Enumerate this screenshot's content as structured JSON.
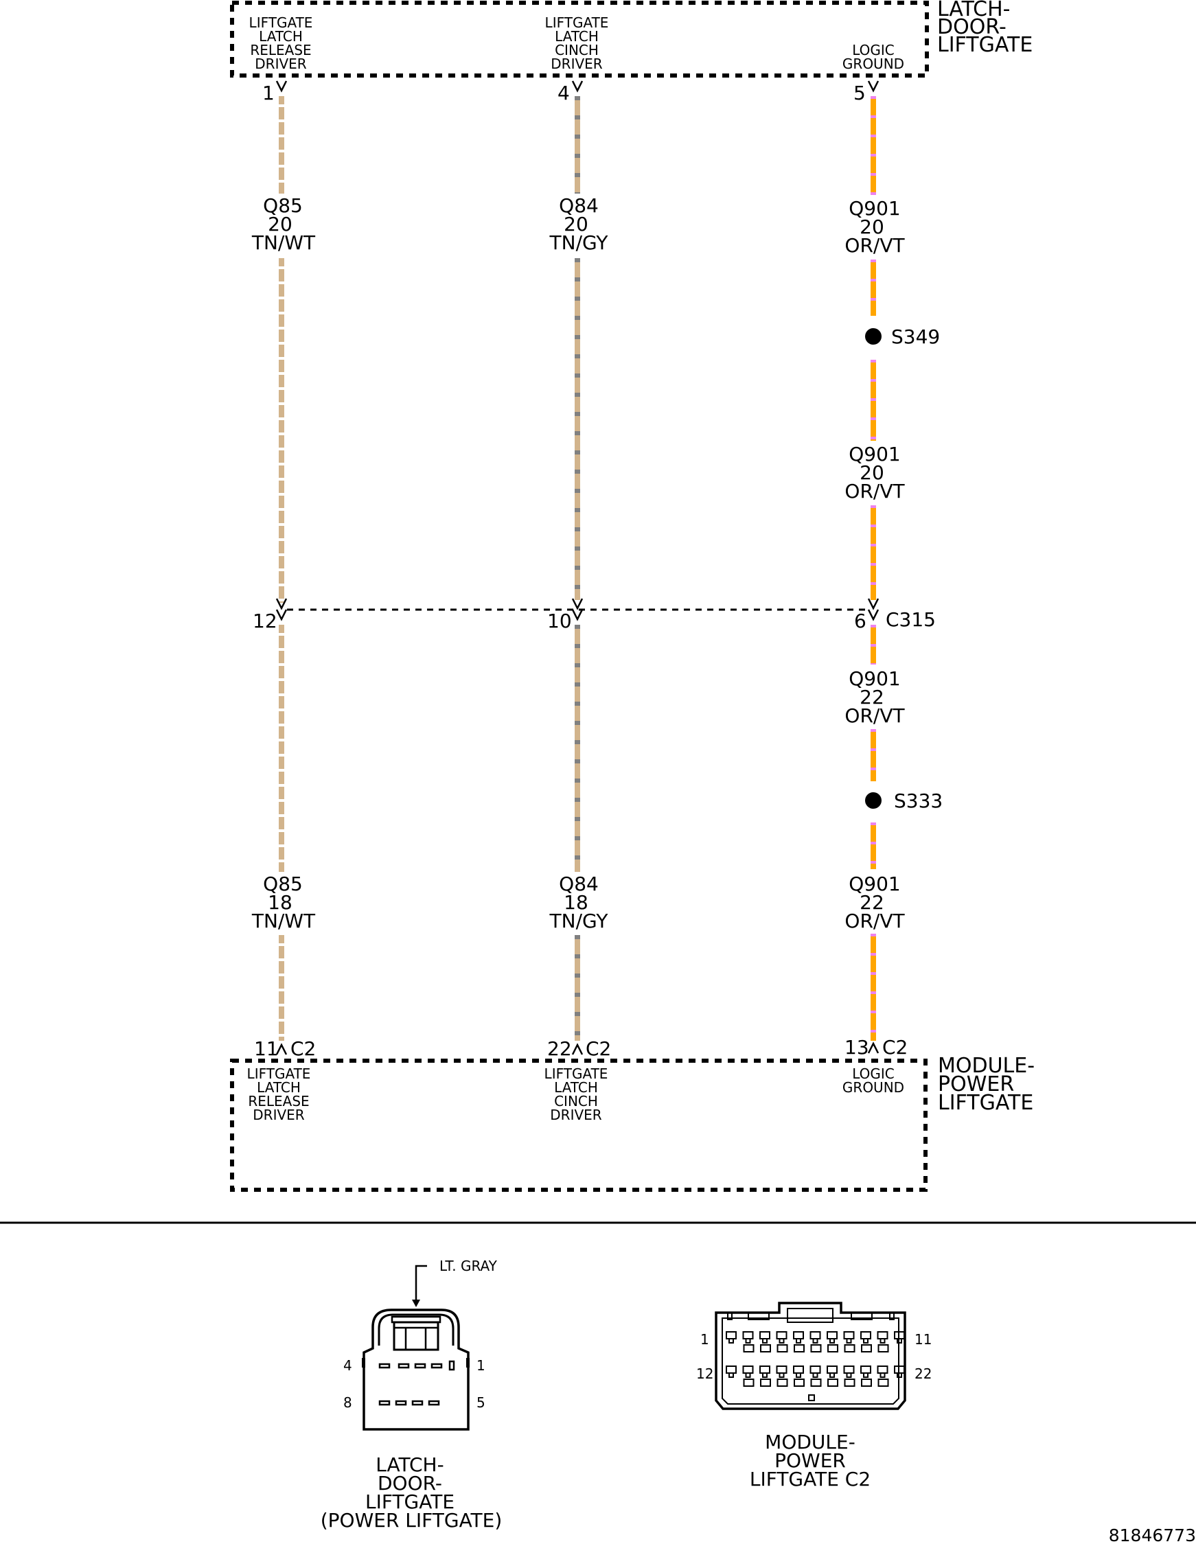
{
  "top_connector": {
    "name_lines": [
      "LATCH-",
      "DOOR-",
      "LIFTGATE"
    ],
    "pins": [
      {
        "label_lines": [
          "LIFTGATE",
          "LATCH",
          "RELEASE",
          "DRIVER"
        ],
        "number": "1"
      },
      {
        "label_lines": [
          "LIFTGATE",
          "LATCH",
          "CINCH",
          "DRIVER"
        ],
        "number": "4"
      },
      {
        "label_lines": [
          "LOGIC",
          "GROUND"
        ],
        "number": "5"
      }
    ]
  },
  "bottom_connector": {
    "name_lines": [
      "MODULE-",
      "POWER",
      "LIFTGATE"
    ],
    "pins": [
      {
        "label_lines": [
          "LIFTGATE",
          "LATCH",
          "RELEASE",
          "DRIVER"
        ],
        "number": "11",
        "connector": "C2"
      },
      {
        "label_lines": [
          "LIFTGATE",
          "LATCH",
          "CINCH",
          "DRIVER"
        ],
        "number": "22",
        "connector": "C2"
      },
      {
        "label_lines": [
          "LOGIC",
          "GROUND"
        ],
        "number": "13",
        "connector": "C2"
      }
    ]
  },
  "inline_connector": {
    "name": "C315",
    "pins": [
      "12",
      "10",
      "6"
    ]
  },
  "wires": {
    "left_upper": {
      "circuit": "Q85",
      "gauge": "20",
      "color": "TN/WT"
    },
    "left_lower": {
      "circuit": "Q85",
      "gauge": "18",
      "color": "TN/WT"
    },
    "mid_upper": {
      "circuit": "Q84",
      "gauge": "20",
      "color": "TN/GY"
    },
    "mid_lower": {
      "circuit": "Q84",
      "gauge": "18",
      "color": "TN/GY"
    },
    "right_1": {
      "circuit": "Q901",
      "gauge": "20",
      "color": "OR/VT"
    },
    "right_2": {
      "circuit": "Q901",
      "gauge": "20",
      "color": "OR/VT"
    },
    "right_3": {
      "circuit": "Q901",
      "gauge": "22",
      "color": "OR/VT"
    },
    "right_4": {
      "circuit": "Q901",
      "gauge": "22",
      "color": "OR/VT"
    }
  },
  "splices": [
    "S349",
    "S333"
  ],
  "wire_colors": {
    "tan": "#d2b48c",
    "white": "#ffffff",
    "gray": "#808080",
    "orange": "#ffa500",
    "violet": "#ee82ee"
  },
  "connector_views": {
    "latch": {
      "callout": "LT. GRAY",
      "pin_numbers": [
        "4",
        "1",
        "8",
        "5"
      ],
      "caption_lines": [
        "LATCH-",
        "DOOR-",
        "LIFTGATE",
        "(POWER LIFTGATE)"
      ]
    },
    "module": {
      "pin_numbers": [
        "1",
        "11",
        "12",
        "22"
      ],
      "caption_lines": [
        "MODULE-",
        "POWER",
        "LIFTGATE C2"
      ]
    }
  },
  "diagram_id": "81846773"
}
